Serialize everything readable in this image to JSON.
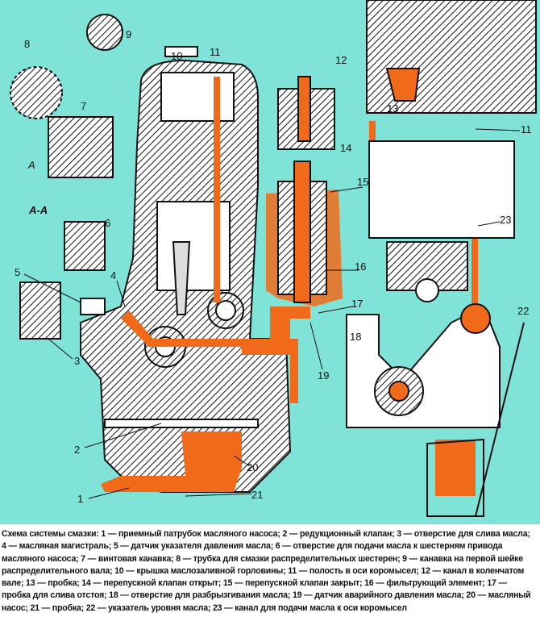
{
  "figure": {
    "labels": {
      "l1": "1",
      "l2": "2",
      "l3": "3",
      "l4": "4",
      "l5": "5",
      "l6": "6",
      "l7": "7",
      "l8": "8",
      "l9": "9",
      "l10": "10",
      "l11": "11",
      "l12": "12",
      "l13": "13",
      "l14": "14",
      "l15": "15",
      "l16": "16",
      "l17": "17",
      "l18": "18",
      "l19": "19",
      "l20": "20",
      "l21": "21",
      "l22": "22",
      "l23": "23",
      "section_a": "A",
      "section_aa": "А-А"
    },
    "colors": {
      "background": "#7fe3d8",
      "oil": "#f06a1a",
      "metal": "#ffffff",
      "ink": "#111111"
    }
  },
  "caption": "Схема системы смазки: 1 — приемный патрубок масляного насоса; 2 — редукционный клапан; 3 — отверстие для слива масла; 4 — масляная магистраль; 5 — датчик указателя давления масла; 6 — отверстие для подачи масла к шестерням привода масляного насоса; 7 — винтовая канавка; 8 — трубка для смазки распределительных шестерен; 9 — канавка на первой шейке распределительного вала; 10 — крышка маслозаливной горловины; 11 — полость в оси коромысел; 12 — канал в коленчатом вале; 13 — пробка; 14 — перепускной клапан открыт; 15 — перепускной клапан закрыт; 16 — фильтрующий элемент; 17 — пробка для слива отстоя; 18 — отверстие для разбрызгивания масла; 19 — датчик аварийного давления масла; 20 — масляный насос; 21 — пробка; 22 — указатель уровня масла; 23 — канал для подачи масла к оси коромысел"
}
